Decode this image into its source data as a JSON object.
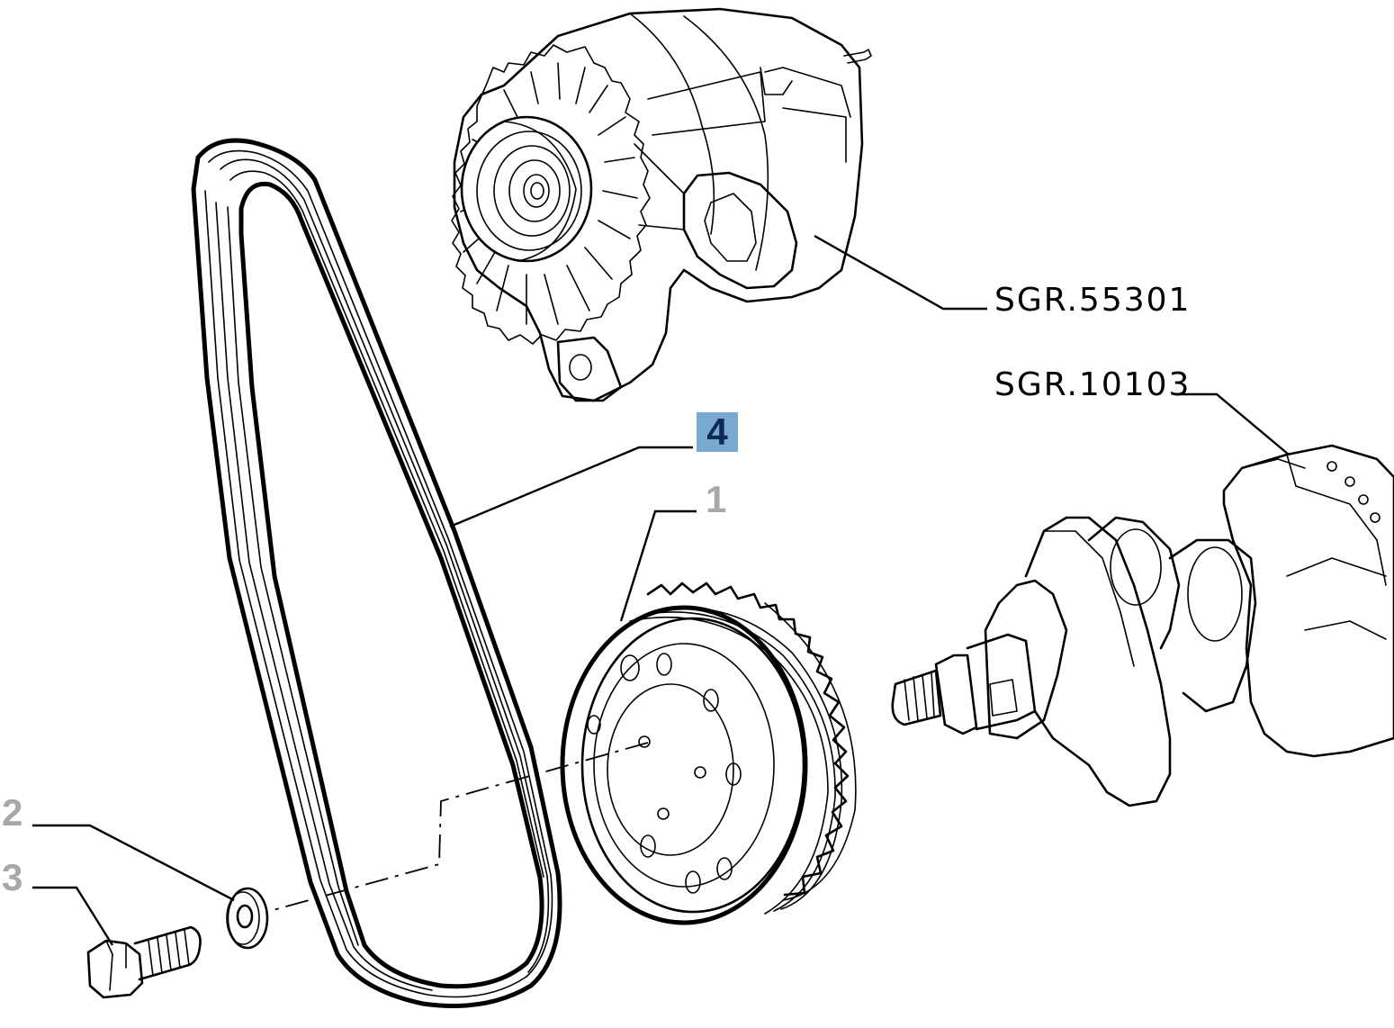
{
  "references": {
    "alternator": "SGR.55301",
    "crankshaft": "SGR.10103"
  },
  "callouts": {
    "pulley": "1",
    "washer": "2",
    "bolt": "3",
    "belt": "4"
  },
  "colors": {
    "highlight_fill": "#7aa9cf",
    "highlight_text": "#0c2a52",
    "callout_gray": "#a8a8a8",
    "line": "#000000"
  }
}
